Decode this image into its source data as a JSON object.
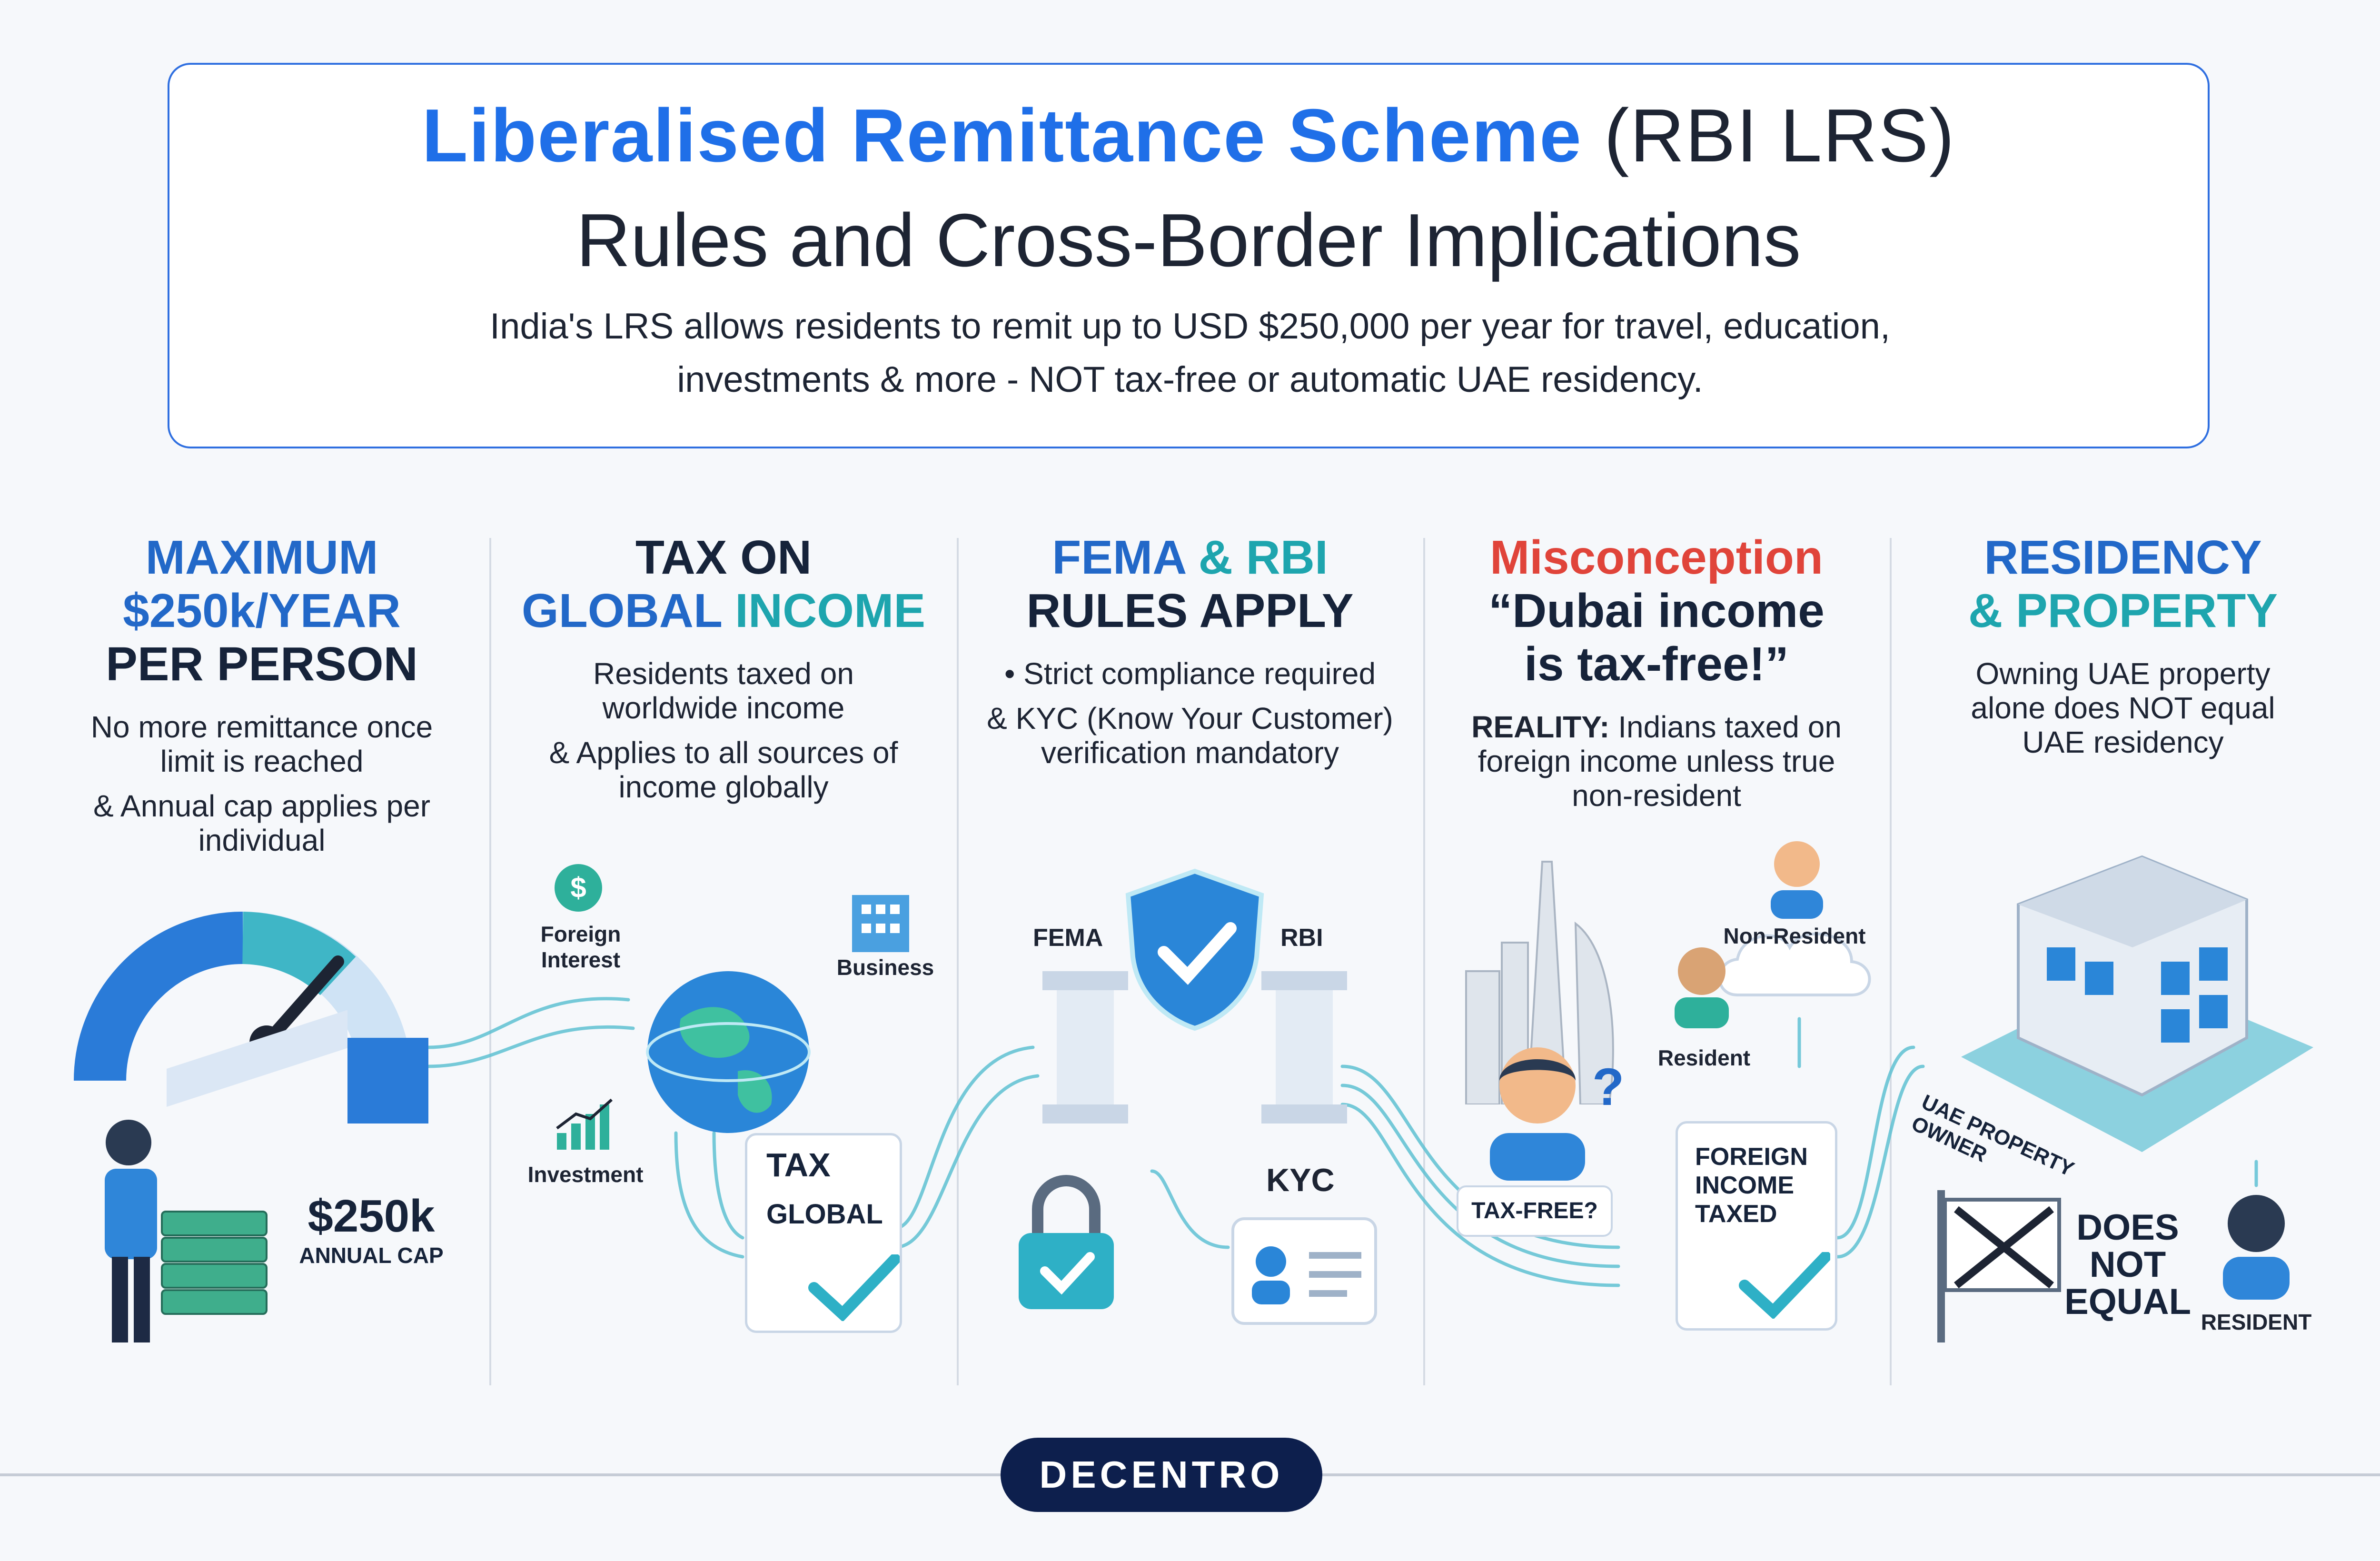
{
  "header": {
    "title_highlight": "Liberalised Remittance Scheme",
    "title_rest": " (RBI LRS)",
    "title_line2": "Rules and Cross-Border Implications",
    "subtitle_line1": "India's LRS allows residents to remit up to USD $250,000 per year for travel, education,",
    "subtitle_line2": "investments & more - NOT tax-free or automatic UAE residency."
  },
  "panels": [
    {
      "heading_1": "MAXIMUM",
      "heading_2": "$250k/YEAR",
      "heading_3": "PER PERSON",
      "desc_1": "No more remittance once limit is reached",
      "desc_2": "& Annual cap applies per individual",
      "cap_value": "$250k",
      "cap_label": "ANNUAL CAP"
    },
    {
      "heading_1": "TAX ON",
      "heading_2a": "GLOBAL ",
      "heading_2b": "INCOME",
      "desc_1": "Residents taxed on worldwide income",
      "desc_2": "& Applies to all sources of income globally",
      "label_foreign_interest": "Foreign Interest",
      "label_business": "Business",
      "label_investment": "Investment",
      "doc_line1": "TAX",
      "doc_line2": "GLOBAL"
    },
    {
      "heading_1a": "FEMA",
      "heading_1b": " & ",
      "heading_1c": "RBI",
      "heading_2": "RULES APPLY",
      "desc_1": "• Strict compliance required",
      "desc_2": "& KYC (Know Your Customer) verification mandatory",
      "label_fema": "FEMA",
      "label_rbi": "RBI",
      "label_kyc": "KYC"
    },
    {
      "heading_1": "Misconception",
      "heading_2": "“Dubai income",
      "heading_3": "is tax-free!”",
      "desc_bold": "REALITY:",
      "desc_rest": " Indians taxed on foreign income unless true non-resident",
      "label_nonresident": "Non-Resident",
      "label_resident": "Resident",
      "label_taxfree": "TAX-FREE?",
      "doc_line1": "FOREIGN",
      "doc_line2": "INCOME",
      "doc_line3": "TAXED"
    },
    {
      "heading_1": "RESIDENCY",
      "heading_2": "& PROPERTY",
      "desc_1": "Owning UAE property alone does NOT equal UAE residency",
      "label_owner": "UAE PROPERTY OWNER",
      "not_equal_1": "DOES",
      "not_equal_2": "NOT",
      "not_equal_3": "EQUAL",
      "label_resident": "RESIDENT"
    }
  ],
  "footer": {
    "brand": "DECENTRO"
  },
  "colors": {
    "primary_blue": "#1f6fe8",
    "teal": "#1ea5ae",
    "alert_red": "#e0443a",
    "navy": "#0d1f4d"
  },
  "icons": [
    "speedometer-icon",
    "person-icon",
    "cash-stack-icon",
    "globe-icon",
    "dollar-coin-icon",
    "building-icon",
    "growth-chart-icon",
    "document-check-icon",
    "shield-check-icon",
    "pillar-icon",
    "padlock-icon",
    "id-card-icon",
    "city-skyline-icon",
    "avatar-icon",
    "cloud-icon",
    "house-icon",
    "sign-cross-icon"
  ]
}
